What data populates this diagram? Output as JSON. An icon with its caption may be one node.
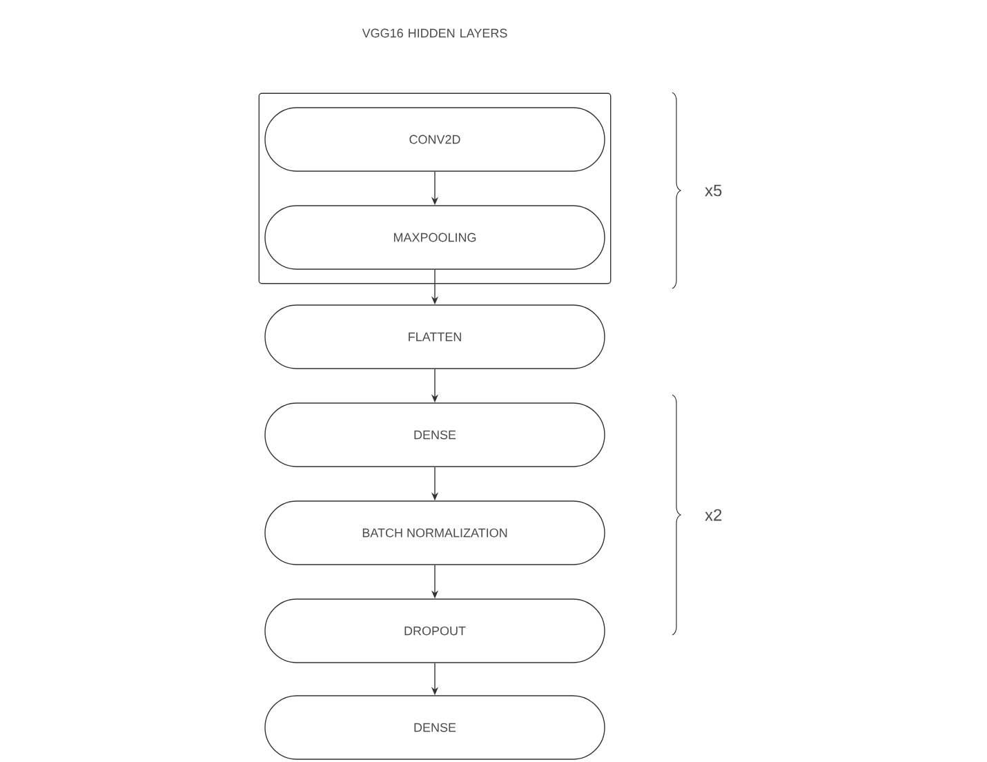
{
  "diagram": {
    "title": "VGG16 HIDDEN LAYERS",
    "nodes": [
      {
        "text": [],
        "shape": "box"
      },
      {
        "text": [
          "CONV2D"
        ],
        "in": 0
      },
      {
        "text": [
          "MAXPOOLING"
        ],
        "in": 0
      },
      {
        "text": [
          "FLATTEN"
        ]
      },
      {
        "text": [
          "DENSE"
        ]
      },
      {
        "text": [
          "BATCH NORMALIZATION"
        ]
      },
      {
        "text": [
          "DROPOUT"
        ]
      },
      {
        "text": [
          "DENSE"
        ]
      }
    ],
    "edges": [
      {
        "from": 1,
        "to": 2,
        "arrow": "to"
      },
      {
        "from": 2,
        "to": 3,
        "arrow": "to"
      },
      {
        "from": 3,
        "to": 4,
        "arrow": "to"
      },
      {
        "from": 4,
        "to": 5,
        "arrow": "to"
      },
      {
        "from": 5,
        "to": 6,
        "arrow": "to"
      },
      {
        "from": 6,
        "to": 7,
        "arrow": "to"
      }
    ],
    "labels": [
      "x5",
      "x2"
    ]
  }
}
